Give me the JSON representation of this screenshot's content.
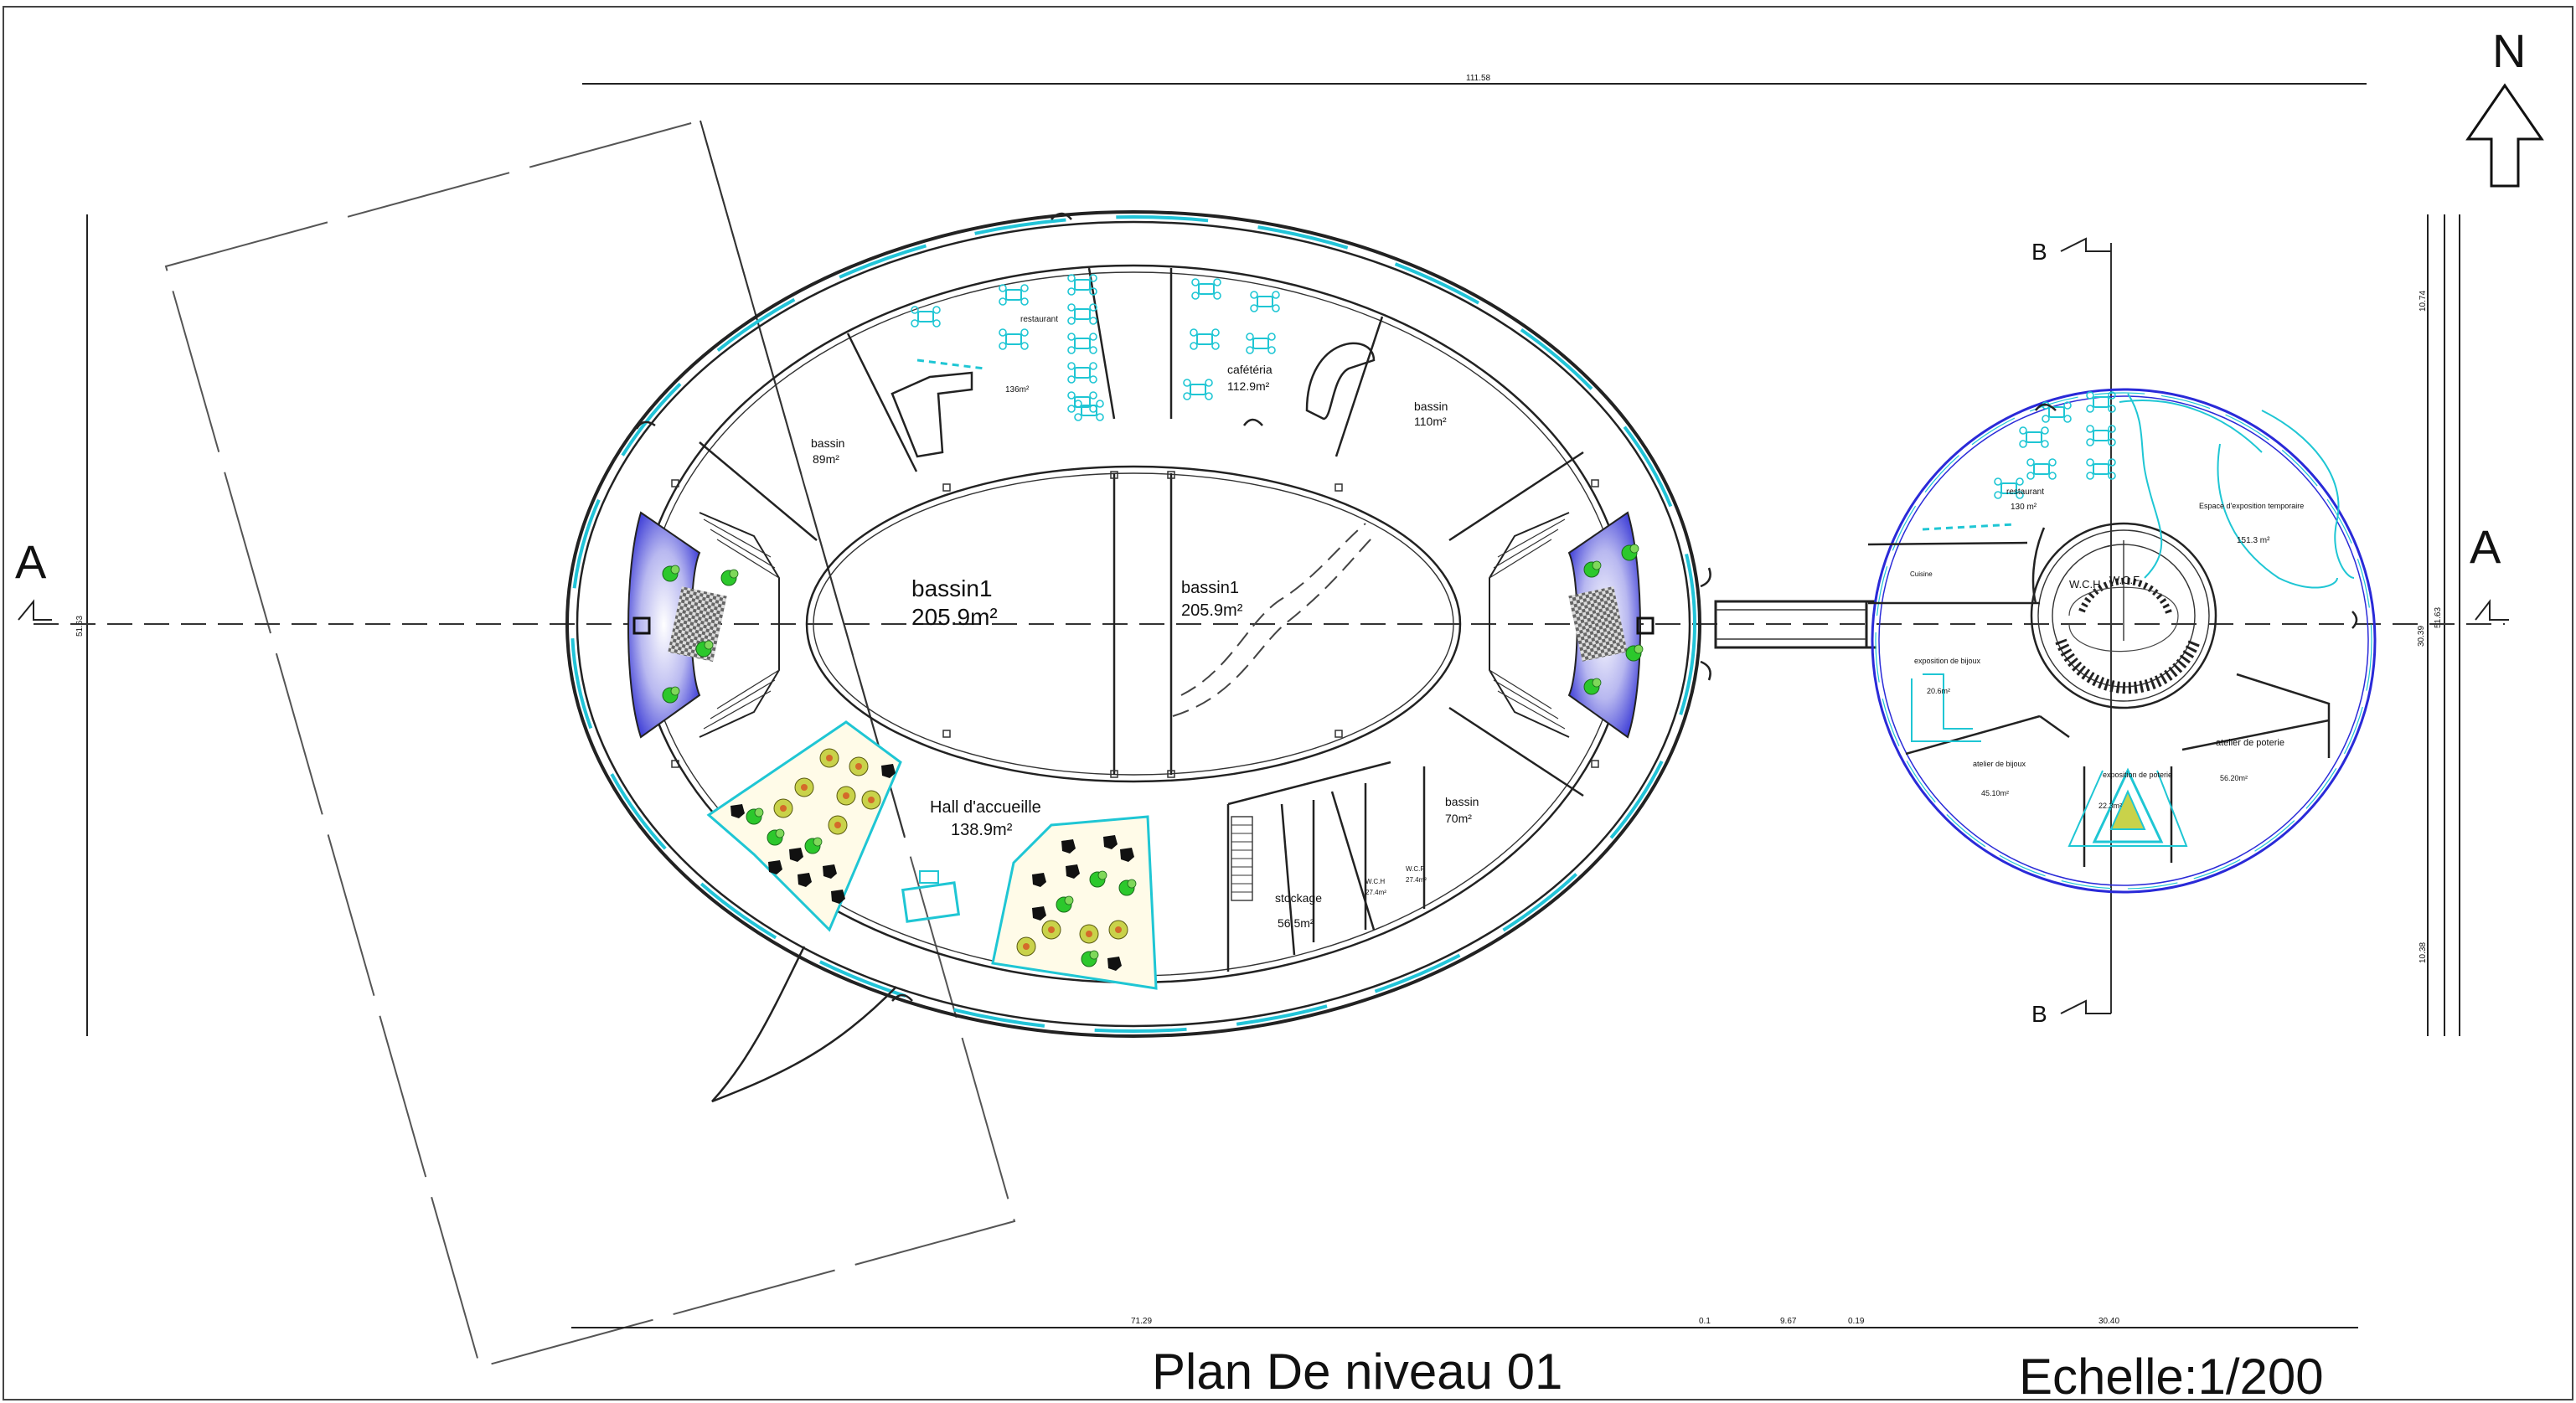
{
  "title": "Plan De niveau 01",
  "scale": "Echelle:1/200",
  "north_label": "N",
  "section_marks": {
    "a_left": "A",
    "a_right": "A",
    "b_top": "B",
    "b_bottom": "B"
  },
  "dimensions": {
    "top": "111.58",
    "left_mid": "51.63",
    "bottom_main": "71.29",
    "bottom_gap1": "0.1",
    "bottom_link": "9.67",
    "bottom_gap2": "0.19",
    "bottom_right": "30.40",
    "right_top": "10.74",
    "right_mid1": "30.39",
    "right_mid2": "51.63",
    "right_bottom": "10.38"
  },
  "main_building": {
    "bassin_west": {
      "name": "bassin",
      "area": "89m²"
    },
    "restaurant": {
      "name": "restaurant",
      "area": "136m²"
    },
    "cafeteria": {
      "name": "cafétéria",
      "area": "112.9m²"
    },
    "bassin_northeast": {
      "name": "bassin",
      "area": "110m²"
    },
    "bassin1_left": {
      "name": "bassin1",
      "area": "205.9m²"
    },
    "bassin1_right": {
      "name": "bassin1",
      "area": "205.9m²"
    },
    "hall": {
      "name": "Hall d'accueille",
      "area": "138.9m²"
    },
    "stockage": {
      "name": "stockage",
      "area": "56.5m²"
    },
    "bassin_southeast": {
      "name": "bassin",
      "area": "70m²"
    },
    "wc_h": {
      "name": "W.C.H",
      "area": "27.4m²"
    },
    "wc_f": {
      "name": "W.C.F",
      "area": "27.4m²"
    }
  },
  "annex": {
    "restaurant": {
      "name": "restaurant",
      "area": "130 m²"
    },
    "cuisine": "Cuisine",
    "expo_temp": {
      "name": "Espace d'exposition temporaire",
      "area": "151.3 m²"
    },
    "bijoux_expo": {
      "name": "exposition de bijoux",
      "area": "20.6m²"
    },
    "bijoux_atelier": {
      "name": "atelier de bijoux",
      "area": "45.10m²"
    },
    "poterie_expo": {
      "name": "exposition de poterie",
      "area": "22.3m²"
    },
    "poterie_atelier": {
      "name": "atelier de poterie",
      "area": "56.20m²"
    },
    "wc_h": "W.C.H",
    "wc_f": "W.C.F"
  },
  "colors": {
    "glass": "#22c4d8",
    "annex_wall": "#2a2ad8",
    "stair_gradient": "#3a3ad6",
    "planting": "#2cc82c"
  }
}
